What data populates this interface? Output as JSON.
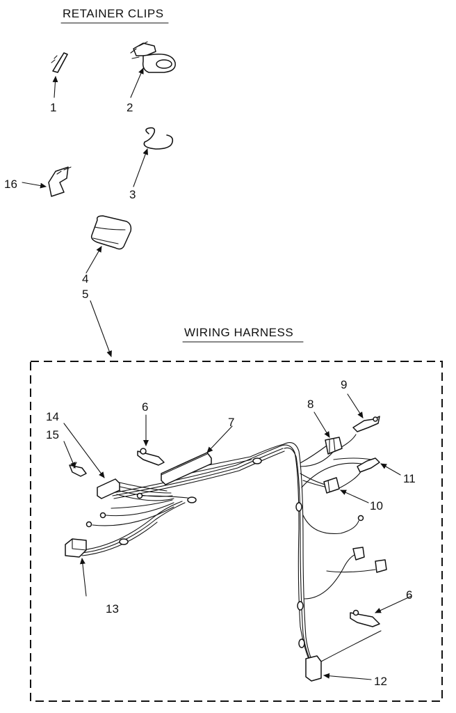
{
  "headings": {
    "retainer_clips": "RETAINER CLIPS",
    "wiring_harness": "WIRING HARNESS"
  },
  "callouts": {
    "c1": "1",
    "c2": "2",
    "c3": "3",
    "c4": "4",
    "c5": "5",
    "c6_top": "6",
    "c6_bottom": "6",
    "c7": "7",
    "c8": "8",
    "c9": "9",
    "c10": "10",
    "c11": "11",
    "c12": "12",
    "c13": "13",
    "c14": "14",
    "c15": "15",
    "c16": "16"
  }
}
